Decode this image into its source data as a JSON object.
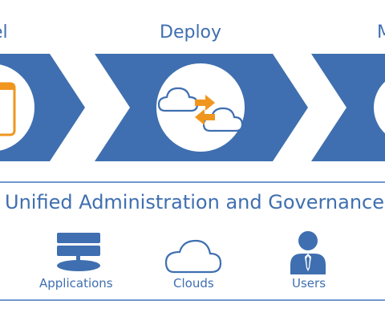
{
  "stages": [
    {
      "label": "el"
    },
    {
      "label": "Deploy"
    },
    {
      "label": "M"
    }
  ],
  "governance": {
    "title": "Unified Administration and Governance"
  },
  "resources": [
    {
      "label": "Applications",
      "icon": "database-icon"
    },
    {
      "label": "Clouds",
      "icon": "cloud-icon"
    },
    {
      "label": "Users",
      "icon": "user-icon"
    }
  ],
  "colors": {
    "primary": "#3f6fb0",
    "accent": "#f0961e",
    "line": "#6f98cf",
    "background": "#ffffff"
  }
}
